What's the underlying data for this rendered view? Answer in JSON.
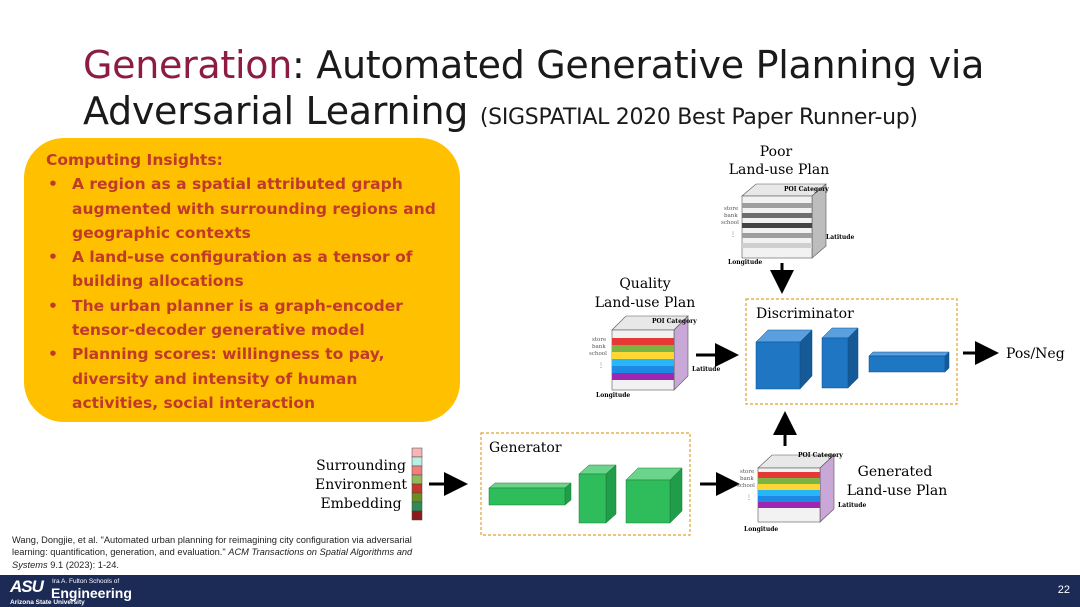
{
  "title": {
    "highlight": "Generation",
    "rest_line1": ": Automated Generative Planning via",
    "line2": "Adversarial Learning",
    "award": "(SIGSPATIAL 2020 Best Paper Runner-up)"
  },
  "insights": {
    "heading": "Computing Insights:",
    "bullets": [
      "A region as a spatial attributed graph augmented with surrounding regions and geographic contexts",
      "A land-use configuration as a tensor of building allocations",
      "The urban planner is a graph-encoder tensor-decoder generative model",
      "Planning scores: willingness to pay, diversity and intensity of human activities, social interaction"
    ]
  },
  "diagram": {
    "poor_plan_label": [
      "Poor",
      "Land-use Plan"
    ],
    "quality_plan_label": [
      "Quality",
      "Land-use Plan"
    ],
    "generated_plan_label": [
      "Generated",
      "Land-use Plan"
    ],
    "surrounding_label": [
      "Surrounding",
      "Environment",
      "Embedding"
    ],
    "discriminator_label": "Discriminator",
    "generator_label": "Generator",
    "output_label": "Pos/Neg",
    "tensor_axes": {
      "poi": "POI Category",
      "latitude": "Latitude",
      "longitude": "Longitude",
      "rows": [
        "store",
        "bank",
        "school",
        "⋮"
      ]
    },
    "colors": {
      "discriminator_block": "#1f77c4",
      "generator_block": "#2ebd5a",
      "box_border": "#e0a030",
      "embedding": [
        "#f4b6b6",
        "#b6f0e4",
        "#f08080",
        "#8fbc5a",
        "#c0392b",
        "#6b8e23",
        "#2e8b57",
        "#8b1a1a"
      ]
    }
  },
  "citation": {
    "text_plain": "Wang, Dongjie, et al. \"Automated urban planning for reimagining city configuration via adversarial learning: quantification, generation, and evaluation.\" ",
    "journal": "ACM Transactions on Spatial Algorithms and Systems",
    "tail": " 9.1 (2023): 1-24."
  },
  "footer": {
    "logo_asu": "ASU",
    "logo_school": "Ira A. Fulton Schools of",
    "logo_engineering": "Engineering",
    "logo_university": "Arizona State University",
    "page_number": "22"
  }
}
